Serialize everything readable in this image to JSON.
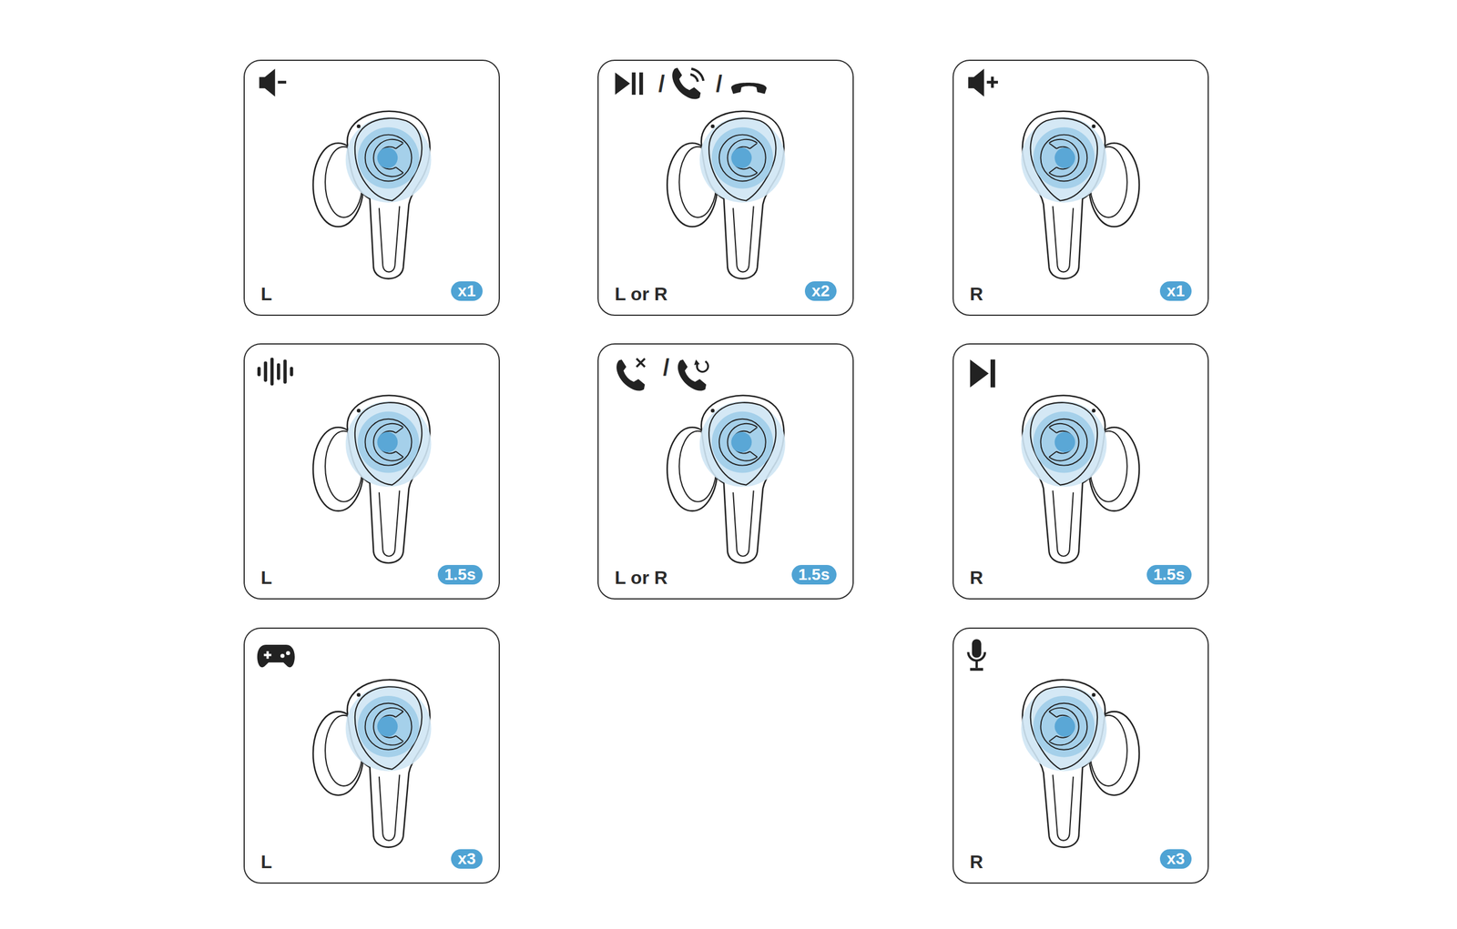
{
  "diagram": {
    "nodes": [
      {
        "text": [
          "L",
          "x1"
        ]
      },
      {
        "text": [
          "/",
          "/",
          "L or R",
          "x2"
        ]
      },
      {
        "text": [
          "R",
          "x1"
        ]
      },
      {
        "text": [
          "L",
          "1.5s"
        ]
      },
      {
        "text": [
          "/",
          "L or R",
          "1.5s"
        ]
      },
      {
        "text": [
          "R",
          "1.5s"
        ]
      },
      {
        "text": [
          "L",
          "x3"
        ]
      },
      {
        "text": [
          "R",
          "x3"
        ]
      }
    ]
  }
}
